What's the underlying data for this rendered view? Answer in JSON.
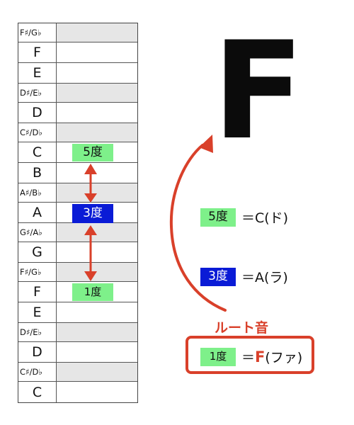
{
  "note_name": "F",
  "keyboard_rows": [
    {
      "label": "F♯/G♭",
      "black": true
    },
    {
      "label": "F",
      "black": false
    },
    {
      "label": "E",
      "black": false
    },
    {
      "label": "D♯/E♭",
      "black": true
    },
    {
      "label": "D",
      "black": false
    },
    {
      "label": "C♯/D♭",
      "black": true
    },
    {
      "label": "C",
      "black": false
    },
    {
      "label": "B",
      "black": false
    },
    {
      "label": "A♯/B♭",
      "black": true
    },
    {
      "label": "A",
      "black": false
    },
    {
      "label": "G♯/A♭",
      "black": true
    },
    {
      "label": "G",
      "black": false
    },
    {
      "label": "F♯/G♭",
      "black": true
    },
    {
      "label": "F",
      "black": false
    },
    {
      "label": "E",
      "black": false
    },
    {
      "label": "D♯/E♭",
      "black": true
    },
    {
      "label": "D",
      "black": false
    },
    {
      "label": "C♯/D♭",
      "black": true
    },
    {
      "label": "C",
      "black": false
    }
  ],
  "degrees": {
    "fifth": "5度",
    "third": "3度",
    "root": "1度"
  },
  "legend": {
    "fifth_value": "＝C(ド)",
    "third_value": "＝A(ラ)",
    "root_eq": "＝",
    "root_note": "F",
    "root_reading": "(ファ)"
  },
  "root_label": "ルート音",
  "colors": {
    "fifth_green": "#7ef08a",
    "third_blue": "#0a1bd6",
    "root_green": "#7ef08a",
    "accent_red": "#d9402a"
  }
}
